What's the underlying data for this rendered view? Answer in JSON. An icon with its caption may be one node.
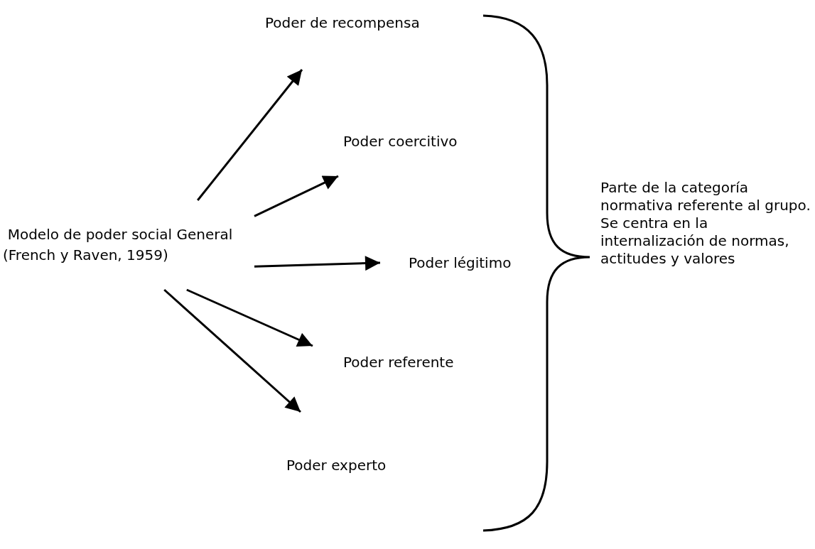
{
  "diagram": {
    "nodes": [
      {
        "text": [
          "Modelo de poder social General",
          "(French y Raven, 1959)"
        ]
      },
      {
        "text": [
          "Poder de recompensa"
        ]
      },
      {
        "text": [
          "Poder coercitivo"
        ]
      },
      {
        "text": [
          "Poder légitimo"
        ]
      },
      {
        "text": [
          "Poder referente"
        ]
      },
      {
        "text": [
          "Poder experto"
        ]
      }
    ],
    "edges": [
      {
        "from": 0,
        "to": 1,
        "arrow": "to"
      },
      {
        "from": 0,
        "to": 2,
        "arrow": "to"
      },
      {
        "from": 0,
        "to": 3,
        "arrow": "to"
      },
      {
        "from": 0,
        "to": 4,
        "arrow": "to"
      },
      {
        "from": 0,
        "to": 5,
        "arrow": "to"
      }
    ],
    "labels": [
      "Parte de la categoría normativa referente al grupo. Se centra en la internalización de normas, actitudes y valores"
    ]
  }
}
